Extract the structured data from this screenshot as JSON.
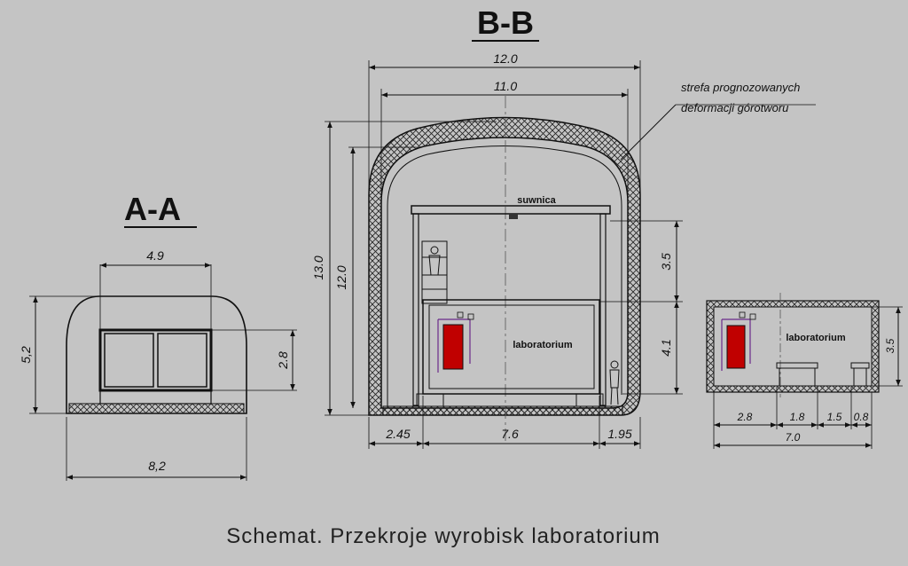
{
  "caption": "Schemat. Przekroje wyrobisk laboratorium",
  "section_aa": {
    "title": "A-A",
    "dim_inner_width": "4.9",
    "dim_height": "5,2",
    "dim_room_height": "2.8",
    "dim_total_width": "8,2"
  },
  "section_bb": {
    "title": "B-B",
    "dim_outer_width": "12.0",
    "dim_inner_width": "11.0",
    "dim_outer_height": "13.0",
    "dim_inner_height": "12.0",
    "dim_crane_height": "3.5",
    "dim_lab_height": "4.1",
    "dim_left": "2.45",
    "dim_mid": "7.6",
    "dim_right": "1.95",
    "crane_label": "suwnica",
    "lab_label": "laboratorium",
    "zone_note_line1": "strefa prognozowanych",
    "zone_note_line2": "deformacji górotworu"
  },
  "section_c": {
    "lab_label": "laboratorium",
    "dim_height": "3.5",
    "dim_seg1": "2.8",
    "dim_seg2": "1.8",
    "dim_seg3": "1.5",
    "dim_seg4": "0.8",
    "dim_total": "7.0"
  }
}
